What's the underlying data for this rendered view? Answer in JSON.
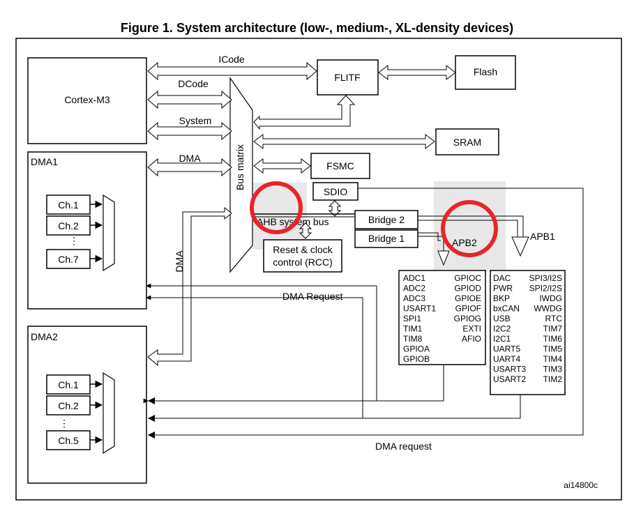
{
  "title": "Figure 1. System architecture (low-, medium-, XL-density devices)",
  "blocks": {
    "cortex": "Cortex-M3",
    "flitf": "FLITF",
    "flash": "Flash",
    "sram": "SRAM",
    "fsmc": "FSMC",
    "sdio": "SDIO",
    "bridge2": "Bridge  2",
    "bridge1": "Bridge  1",
    "rcc_line1": "Reset & clock",
    "rcc_line2": "control (RCC)",
    "bus_matrix": "Bus matrix",
    "ahb": "AHB system bus",
    "dma1": "DMA1",
    "dma2": "DMA2"
  },
  "buses": {
    "icode": "ICode",
    "dcode": "DCode",
    "system": "System",
    "dma": "DMA",
    "dma_vertical": "DMA",
    "apb2": "APB2",
    "apb1": "APB1",
    "dma_request_upper": "DMA Request",
    "dma_request_lower": "DMA request"
  },
  "dma1_channels": [
    "Ch.1",
    "Ch.2",
    "Ch.7"
  ],
  "dma2_channels": [
    "Ch.1",
    "Ch.2",
    "Ch.5"
  ],
  "apb2_left": [
    "ADC1",
    "ADC2",
    "ADC3",
    "USART1",
    "SPI1",
    "TIM1",
    "TIM8",
    "GPIOA",
    "GPIOB"
  ],
  "apb2_right": [
    "GPIOC",
    "GPIOD",
    "GPIOE",
    "GPIOF",
    "GPIOG",
    "EXTI",
    "AFIO"
  ],
  "apb1_left": [
    "DAC",
    "PWR",
    "BKP",
    "bxCAN",
    "USB",
    "I2C2",
    "I2C1",
    "UART5",
    "UART4",
    "USART3",
    "USART2"
  ],
  "apb1_right": [
    "SPI3/I2S",
    "SPI2/I2S",
    "IWDG",
    "WWDG",
    "RTC",
    "TIM7",
    "TIM6",
    "TIM5",
    "TIM4",
    "TIM3",
    "TIM2"
  ],
  "figure_id": "ai14800c",
  "colors": {
    "highlight": "#e8252a",
    "stroke": "#000000",
    "shade": "#e8e8e8"
  }
}
